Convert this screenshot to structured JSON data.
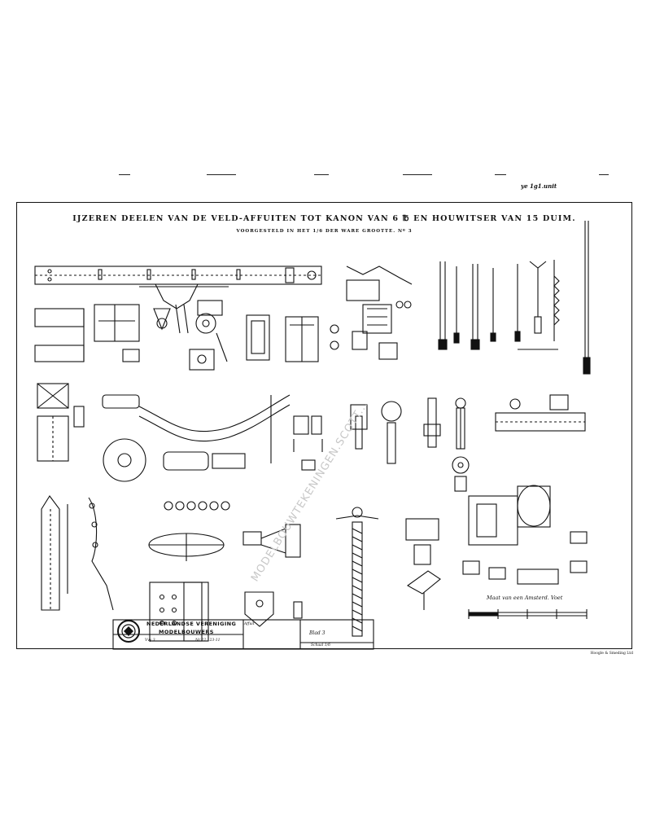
{
  "sheet": {
    "title": "IJZEREN DEELEN VAN DE VELD-AFFUITEN TOT KANON VAN 6 ℔ EN HOUWITSER VAN 15 DUIM.",
    "subtitle": "VOORGESTELD IN HET 1/6 DER WARE GROOTTE. Nº 3",
    "top_mark": "ye 1g1.unit",
    "bottom_mark": "Hoogle & Smeding Ltd",
    "scale_caption": "Maat van een Amsterd. Voet"
  },
  "watermark": "MODELBOUWTEKENINGEN.SCOTT...",
  "title_block": {
    "org_line1": "NEDERLANDSE VERENIGING",
    "org_line2": "MODELBOUWERS",
    "field_a": "Vvy 3",
    "field_b": "Nr 22 123-11",
    "field_c": "Affuit",
    "field_d": "Blad 3",
    "field_e": "Schaal 1/6"
  },
  "colors": {
    "ink": "#111111",
    "paper": "#ffffff",
    "watermark": "#c7c7c7"
  },
  "icons": {
    "logo": "association-seal-icon"
  }
}
